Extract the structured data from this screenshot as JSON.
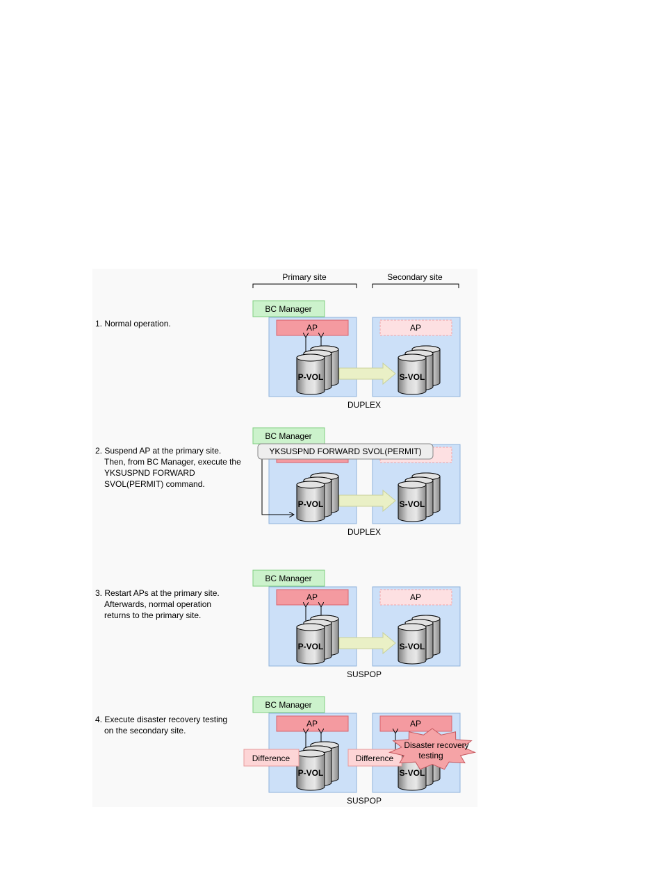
{
  "sites": {
    "primary": "Primary site",
    "secondary": "Secondary site"
  },
  "labels": {
    "bc_manager": "BC Manager",
    "ap": "AP",
    "pvol": "P-VOL",
    "svol": "S-VOL",
    "difference": "Difference",
    "dr_line1": "Disaster recovery",
    "dr_line2": "testing",
    "command": "YKSUSPND FORWARD SVOL(PERMIT)"
  },
  "steps": [
    {
      "lines": [
        "1. Normal operation."
      ],
      "status": "DUPLEX"
    },
    {
      "lines": [
        "2. Suspend AP at the primary site.",
        "Then, from BC Manager, execute the",
        "YKSUSPND FORWARD",
        "SVOL(PERMIT) command."
      ],
      "status": "DUPLEX"
    },
    {
      "lines": [
        "3. Restart APs at the primary site.",
        "Afterwards, normal operation",
        "returns to the primary site."
      ],
      "status": "SUSPOP"
    },
    {
      "lines": [
        "4. Execute disaster recovery testing",
        "on the secondary site."
      ],
      "status": "SUSPOP"
    }
  ],
  "colors": {
    "site_bg": "#cce0f8",
    "site_border": "#8fb2dc",
    "bc_fill": "#ccf2cc",
    "bc_border": "#7fcf7f",
    "ap_fill": "#f49aa0",
    "ap_border": "#d9636c",
    "ap_inactive_fill": "#fde0e2",
    "ap_inactive_border": "#f0a3a8",
    "diff_fill": "#fdd5d6",
    "diff_border": "#e89a9c",
    "copy_arrow": "#eaf0c6",
    "burst": "#f5a3a6",
    "cmd_fill": "#eeeeee"
  }
}
